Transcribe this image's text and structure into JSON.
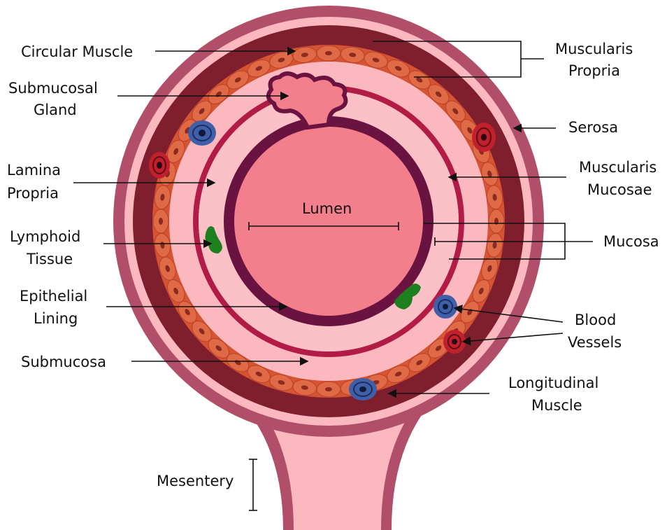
{
  "colors": {
    "serosa": "#b14f6a",
    "mesentery_fill": "#fbb9bf",
    "muscle_dark": "#7f1e2c",
    "muscle_orange": "#d65432",
    "submucosa": "#fbb9bf",
    "muscularis_mucosae": "#b11b45",
    "lamina_propria": "#fcc1c6",
    "epithelium": "#6a1240",
    "lumen": "#f27f8b",
    "lymphoid": "#1d7f1d",
    "vessel_blue": "#3f5fa8",
    "vessel_red": "#c3202e"
  },
  "labels": {
    "circular_muscle": "Circular Muscle",
    "muscularis_propria": [
      "Muscularis",
      "Propria"
    ],
    "submucosal_gland": [
      "Submucosal",
      "Gland"
    ],
    "serosa": "Serosa",
    "lamina_propria": [
      "Lamina",
      "Propria"
    ],
    "muscularis_mucosae": [
      "Muscularis",
      "Mucosae"
    ],
    "lumen": "Lumen",
    "mucosa": "Mucosa",
    "lymphoid_tissue": [
      "Lymphoid",
      "Tissue"
    ],
    "epithelial_lining": [
      "Epithelial",
      "Lining"
    ],
    "blood_vessels": [
      "Blood",
      "Vessels"
    ],
    "submucosa": "Submucosa",
    "longitudinal_muscle": [
      "Longitudinal",
      "Muscle"
    ],
    "mesentery": "Mesentery"
  }
}
